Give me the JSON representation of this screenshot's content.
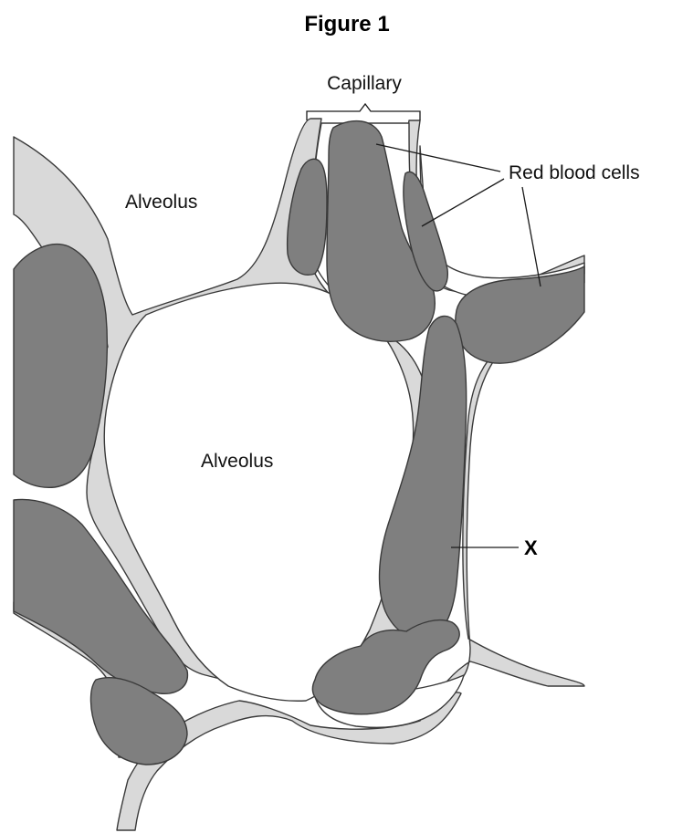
{
  "figure": {
    "title": "Figure 1",
    "labels": {
      "capillary": "Capillary",
      "red_blood_cells": "Red blood cells",
      "alveolus_top": "Alveolus",
      "alveolus_center": "Alveolus",
      "x_marker": "X"
    }
  }
}
